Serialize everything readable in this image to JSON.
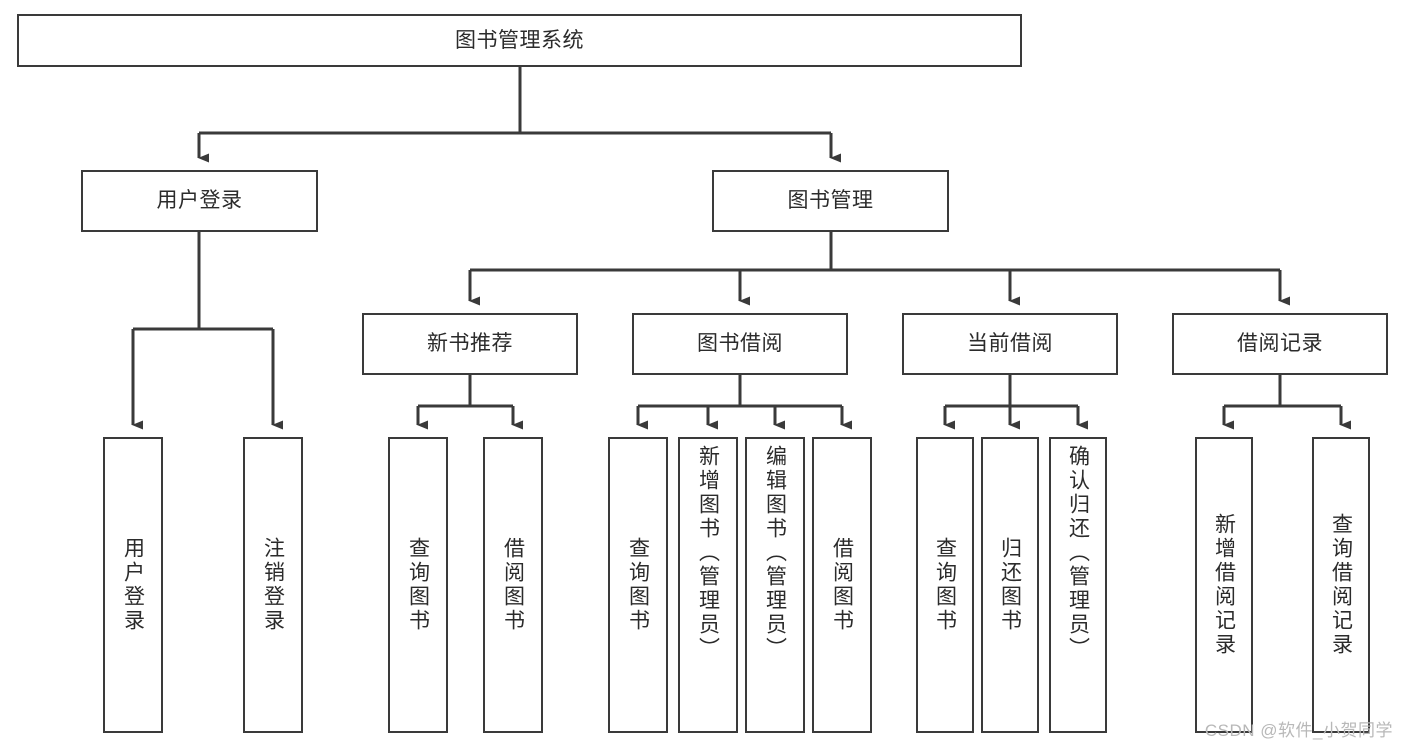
{
  "diagram": {
    "title": "图书管理系统",
    "type": "tree",
    "orientation": "top-down",
    "colors": {
      "node_border": "#3a3a3a",
      "node_fill": "#ffffff",
      "connector": "#3a3a3a",
      "text": "#2b2b2b",
      "background": "#ffffff",
      "watermark": "#b8b8b8"
    },
    "nodes": {
      "root": {
        "label": "图书管理系统"
      },
      "level2": [
        {
          "id": "user-login",
          "label": "用户登录"
        },
        {
          "id": "book-manage",
          "label": "图书管理"
        }
      ],
      "level3": [
        {
          "id": "new-book-recommend",
          "label": "新书推荐"
        },
        {
          "id": "book-borrow",
          "label": "图书借阅"
        },
        {
          "id": "current-borrow",
          "label": "当前借阅"
        },
        {
          "id": "borrow-record",
          "label": "借阅记录"
        }
      ],
      "leaves": {
        "user-login": [
          {
            "id": "leaf-user-login",
            "label": "用户登录"
          },
          {
            "id": "leaf-logout-login",
            "label": "注销登录"
          }
        ],
        "new-book-recommend": [
          {
            "id": "leaf-query-book-1",
            "label": "查询图书"
          },
          {
            "id": "leaf-borrow-book-1",
            "label": "借阅图书"
          }
        ],
        "book-borrow": [
          {
            "id": "leaf-query-book-2",
            "label": "查询图书"
          },
          {
            "id": "leaf-add-book-admin",
            "label": "新增图书（管理员）"
          },
          {
            "id": "leaf-edit-book-admin",
            "label": "编辑图书（管理员）"
          },
          {
            "id": "leaf-borrow-book-2",
            "label": "借阅图书"
          }
        ],
        "current-borrow": [
          {
            "id": "leaf-query-book-3",
            "label": "查询图书"
          },
          {
            "id": "leaf-return-book",
            "label": "归还图书"
          },
          {
            "id": "leaf-confirm-return-admin",
            "label": "确认归还（管理员）"
          }
        ],
        "borrow-record": [
          {
            "id": "leaf-add-borrow-record",
            "label": "新增借阅记录"
          },
          {
            "id": "leaf-query-borrow-record",
            "label": "查询借阅记录"
          }
        ]
      }
    },
    "watermark": "CSDN @软件_小贺同学"
  }
}
